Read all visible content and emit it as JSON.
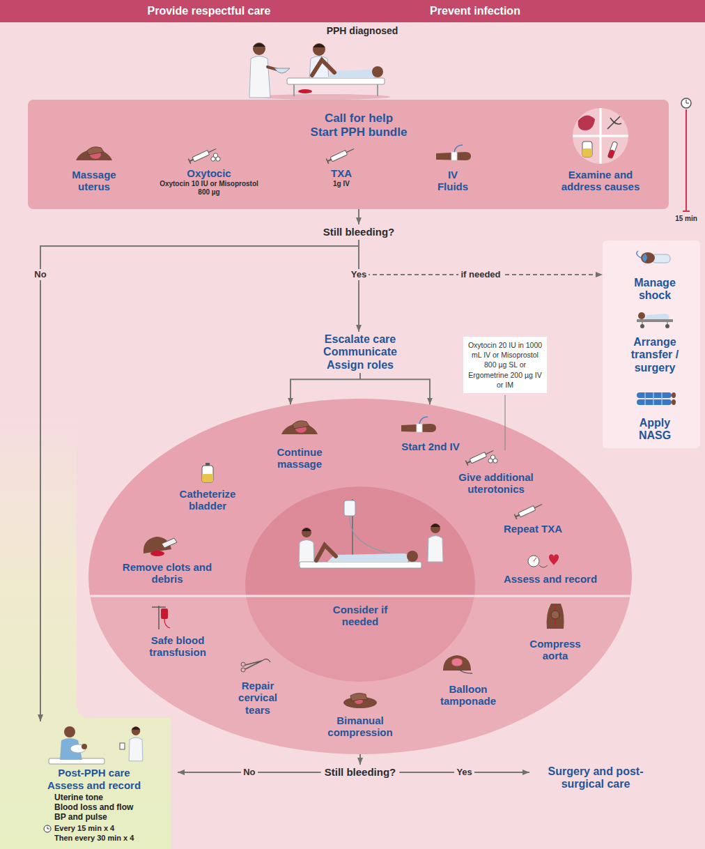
{
  "diagram": {
    "nodes": [
      {
        "text": [
          "Provide respectful care",
          "Prevent infection"
        ]
      },
      {
        "text": [
          "Call for help",
          "Start PPH bundle",
          "Massage uterus",
          "Oxytocic",
          "Oxytocin 10 IU or Misoprostol 800 µg",
          "TXA",
          "1g IV",
          "IV Fluids",
          "Examine and address causes"
        ]
      },
      {
        "text": [
          "Still bleeding?"
        ]
      },
      {
        "text": [
          "Escalate care",
          "Communicate",
          "Assign roles"
        ]
      },
      {
        "text": [
          "Oxytocin 20 IU in 1000 mL IV or Misoprostol 800 µg SL or Ergometrine 200 µg IV or IM"
        ]
      },
      {
        "text": [
          "Manage shock",
          "Arrange transfer / surgery",
          "Apply NASG"
        ]
      },
      {
        "text": [
          "Continue massage",
          "Start 2nd IV",
          "Give additional uterotonics",
          "Catheterize bladder",
          "Repeat TXA",
          "Remove clots and debris",
          "Assess and record",
          "Safe blood transfusion",
          "Compress aorta",
          "Repair cervical tears",
          "Balloon tamponade",
          "Bimanual compression"
        ]
      },
      {
        "text": [
          "Consider if needed"
        ],
        "in": 6
      },
      {
        "text": [
          "Still bleeding?"
        ]
      },
      {
        "text": [
          "Post-PPH care",
          "Assess and record",
          "Uterine tone",
          "Blood loss and flow",
          "BP and pulse",
          "Every 15 min x 4",
          "Then every 30 min x 4"
        ]
      },
      {
        "text": [
          "Surgery and post-surgical care"
        ]
      }
    ],
    "edges": [
      {
        "from": 1,
        "to": 2,
        "arrow": "to"
      },
      {
        "from": 2,
        "to": 9,
        "label": "No",
        "arrow": "to"
      },
      {
        "from": 2,
        "to": 3,
        "label": "Yes",
        "arrow": "to"
      },
      {
        "from": 2,
        "to": 5,
        "label": "if needed",
        "arrow": "to"
      },
      {
        "from": 3,
        "to": 6,
        "arrow": "to"
      },
      {
        "from": 6,
        "to": 8,
        "arrow": "to"
      },
      {
        "from": 8,
        "to": 9,
        "label": "No",
        "arrow": "to"
      },
      {
        "from": 8,
        "to": 10,
        "label": "Yes",
        "arrow": "to"
      }
    ],
    "labels": [
      "PPH diagnosed",
      "15 min"
    ]
  }
}
